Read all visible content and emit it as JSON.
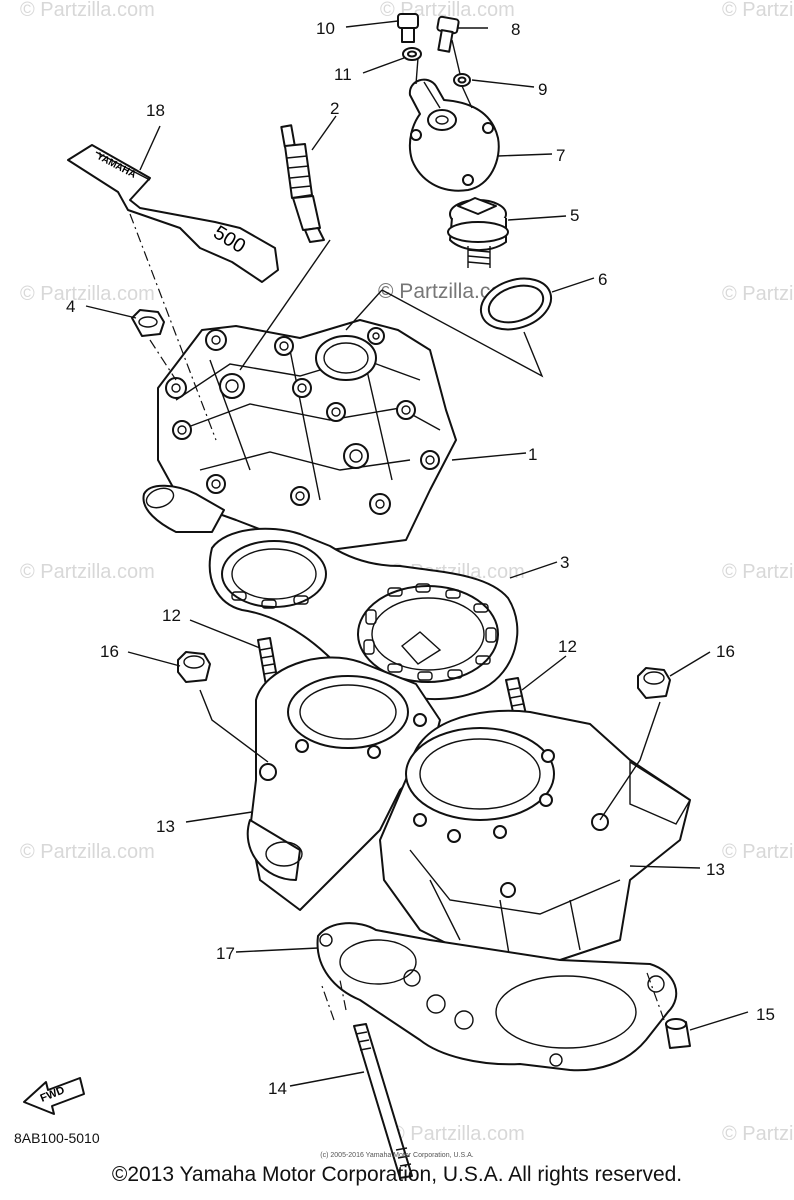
{
  "watermarks": {
    "brand": "Partzilla",
    "text": "© Partzilla.com"
  },
  "callouts": {
    "p1": "1",
    "p2": "2",
    "p3": "3",
    "p4": "4",
    "p5": "5",
    "p6": "6",
    "p7": "7",
    "p8": "8",
    "p9": "9",
    "p10": "10",
    "p11": "11",
    "p12a": "12",
    "p12b": "12",
    "p13a": "13",
    "p13b": "13",
    "p14": "14",
    "p15": "15",
    "p16a": "16",
    "p16b": "16",
    "p17": "17",
    "p18": "18"
  },
  "part_markings": {
    "cover_logo": "YAMAHA",
    "cover_model": "500",
    "fwd_arrow": "FWD"
  },
  "footer": {
    "diagram_code": "8AB100-5010",
    "copyright": "©2013 Yamaha Motor Corporation, U.S.A. All rights reserved.",
    "fine_print": "(c) 2005-2016 Yamaha Motor Corporation, U.S.A."
  }
}
